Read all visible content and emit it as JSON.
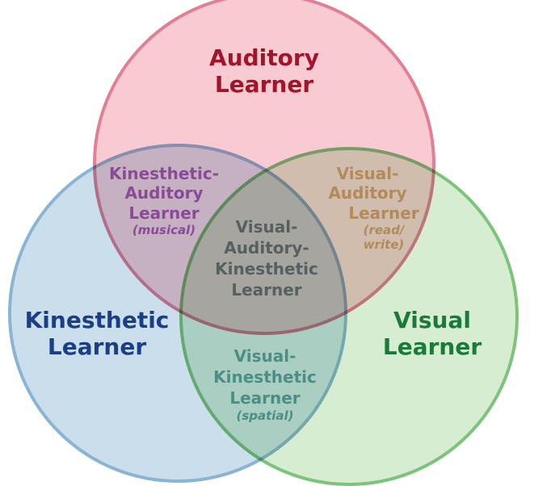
{
  "circles": {
    "auditory": {
      "fill": "#f4a9b6",
      "stroke": "#e07f95"
    },
    "kinesthetic": {
      "fill": "#a9c8e0",
      "stroke": "#8ab4d4"
    },
    "visual": {
      "fill": "#b5dfac",
      "stroke": "#7cc47a"
    }
  },
  "labels": {
    "auditory": {
      "line1": "Auditory",
      "line2": "Learner",
      "color": "#a3142b"
    },
    "kinesthetic": {
      "line1": "Kinesthetic",
      "line2": "Learner",
      "color": "#1a3f84"
    },
    "visual": {
      "line1": "Visual",
      "line2": "Learner",
      "color": "#1b7a3a"
    },
    "kinesthetic_auditory": {
      "line1": "Kinesthetic-",
      "line2": "Auditory",
      "line3": "Learner",
      "sub": "(musical)",
      "color": "#8a4a96"
    },
    "visual_auditory": {
      "line1": "Visual-",
      "line2": "Auditory",
      "line3": "Learner",
      "sub1": "(read/",
      "sub2": "write)",
      "color": "#b38a5a"
    },
    "visual_auditory_kinesthetic": {
      "line1": "Visual-",
      "line2": "Auditory-",
      "line3": "Kinesthetic",
      "line4": "Learner",
      "color": "#556060"
    },
    "visual_kinesthetic": {
      "line1": "Visual-",
      "line2": "Kinesthetic",
      "line3": "Learner",
      "sub": "(spatial)",
      "color": "#4a8f86"
    }
  }
}
